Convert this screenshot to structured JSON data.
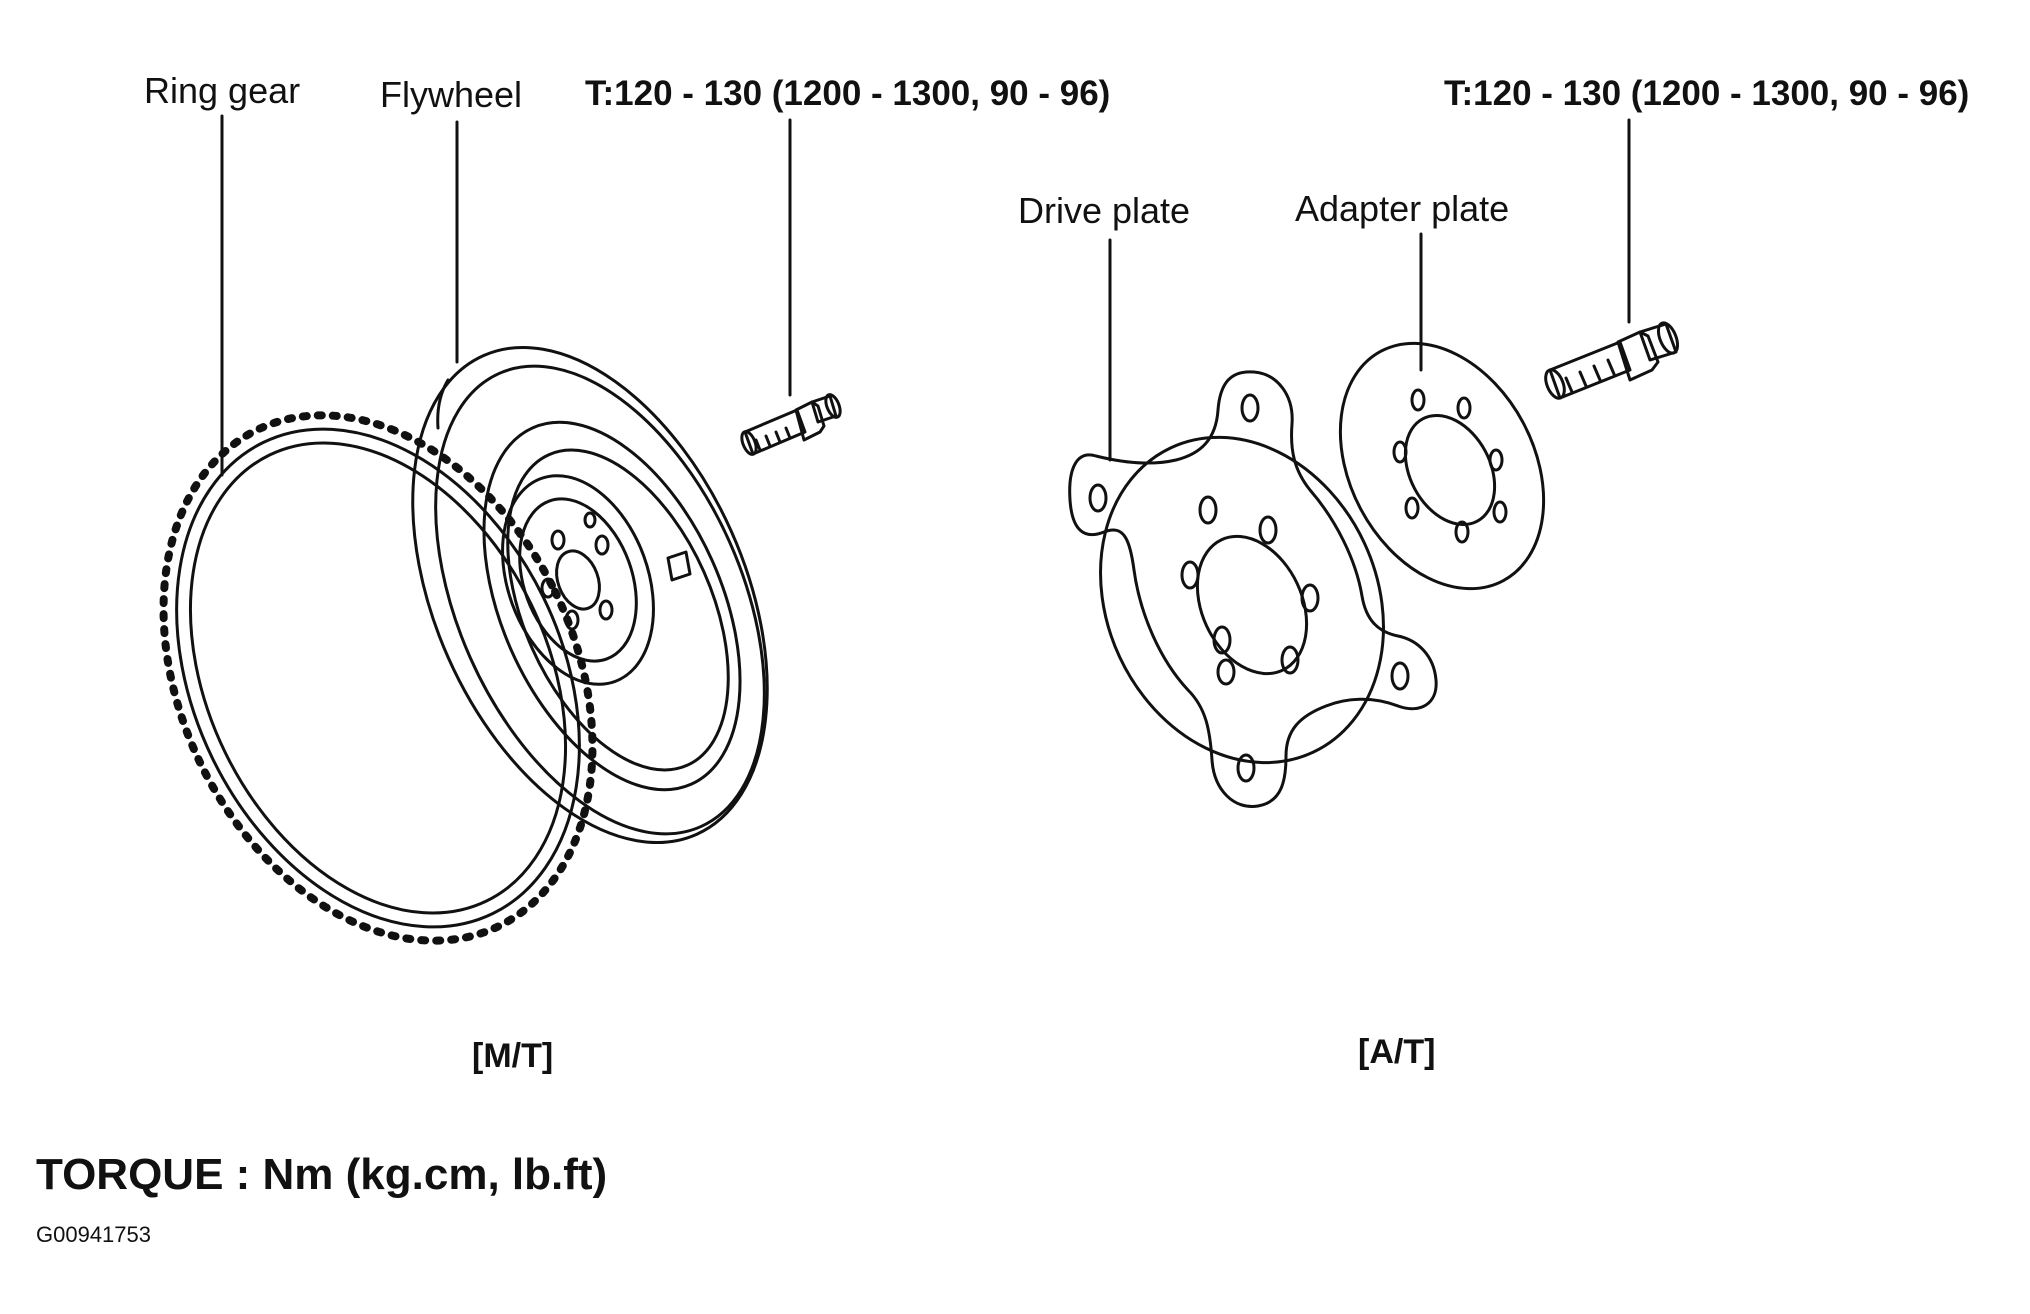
{
  "labels": {
    "ring_gear": "Ring gear",
    "flywheel": "Flywheel",
    "torque_mt": "T:120 - 130 (1200 - 1300, 90 - 96)",
    "drive_plate": "Drive plate",
    "adapter_plate": "Adapter plate",
    "torque_at": "T:120 - 130 (1200 - 1300, 90 - 96)"
  },
  "captions": {
    "mt": "[M/T]",
    "at": "[A/T]"
  },
  "footer": {
    "torque_unit": "TORQUE : Nm (kg.cm, lb.ft)",
    "figure_id": "G00941753"
  }
}
